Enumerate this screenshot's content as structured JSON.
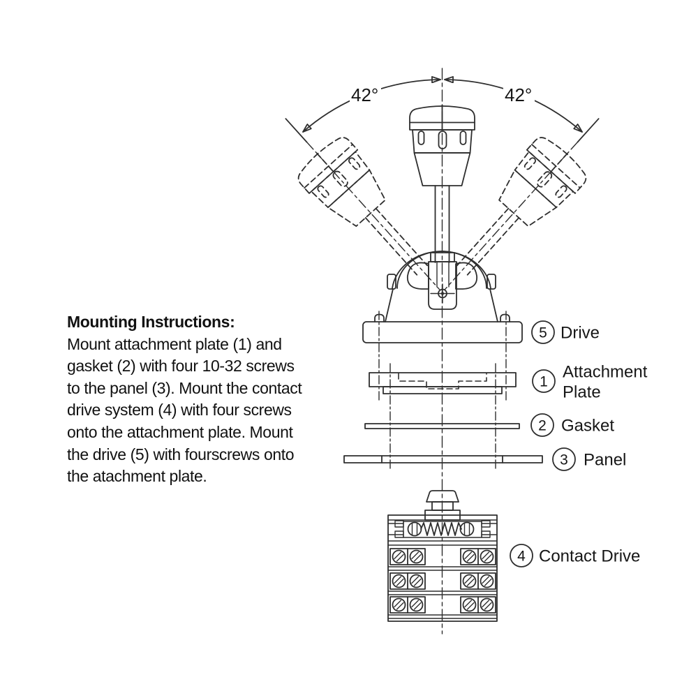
{
  "colors": {
    "background": "#ffffff",
    "line": "#2e2e2e",
    "text": "#161616"
  },
  "angle_dimension": {
    "left_label": "42°",
    "right_label": "42°"
  },
  "instructions": {
    "title": "Mounting Instructions:",
    "lines": [
      "Mount attachment plate (1) and",
      "gasket (2) with four 10-32 screws",
      "to the panel (3). Mount the contact",
      "drive system (4) with four screws",
      "onto the attachment plate. Mount",
      "the drive (5) with fourscrews onto",
      "the atachment plate."
    ]
  },
  "callouts": {
    "drive": {
      "number": "5",
      "label": "Drive"
    },
    "attachment_plate": {
      "number": "1",
      "label_line1": "Attachment",
      "label_line2": "Plate"
    },
    "gasket": {
      "number": "2",
      "label": "Gasket"
    },
    "panel": {
      "number": "3",
      "label": "Panel"
    },
    "contact_drive": {
      "number": "4",
      "label": "Contact Drive"
    }
  }
}
